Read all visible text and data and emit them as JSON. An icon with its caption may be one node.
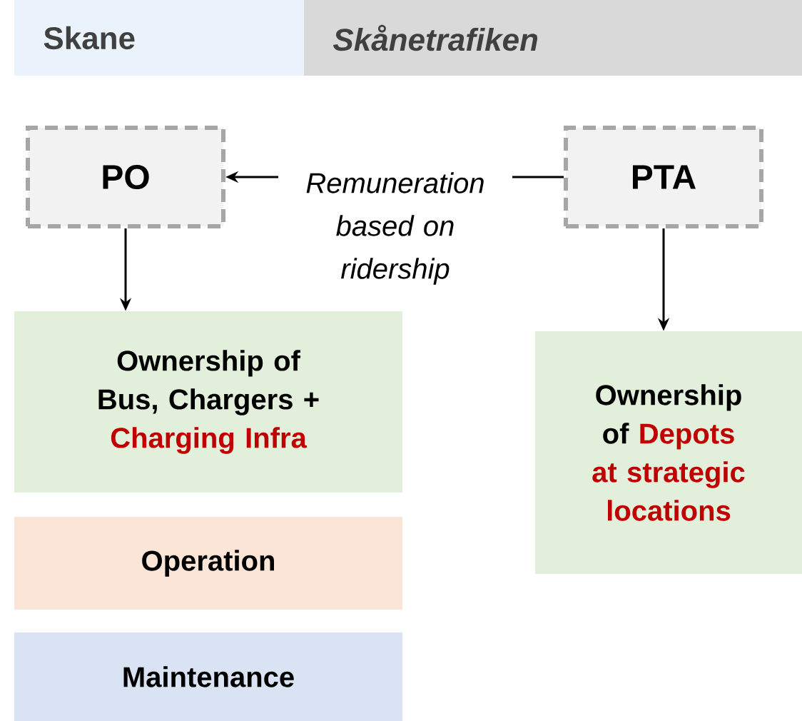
{
  "diagram": {
    "nodes": [
      {
        "text": [
          "Skane"
        ]
      },
      {
        "text": [
          "Skånetrafiken"
        ]
      },
      {
        "text": [
          "PO"
        ]
      },
      {
        "text": [
          "PTA"
        ]
      },
      {
        "text": [
          "Ownership of Bus, Chargers +",
          "Charging Infra"
        ]
      },
      {
        "text": [
          "Operation"
        ]
      },
      {
        "text": [
          "Maintenance"
        ]
      },
      {
        "text": [
          "Ownership of",
          "Depots at strategic locations"
        ]
      }
    ],
    "edges": [
      {
        "from": 3,
        "to": 2,
        "arrow": "to",
        "label": "Remuneration based on ridership"
      },
      {
        "from": 2,
        "to": 4,
        "arrow": "to"
      },
      {
        "from": 3,
        "to": 7,
        "arrow": "to"
      }
    ]
  }
}
